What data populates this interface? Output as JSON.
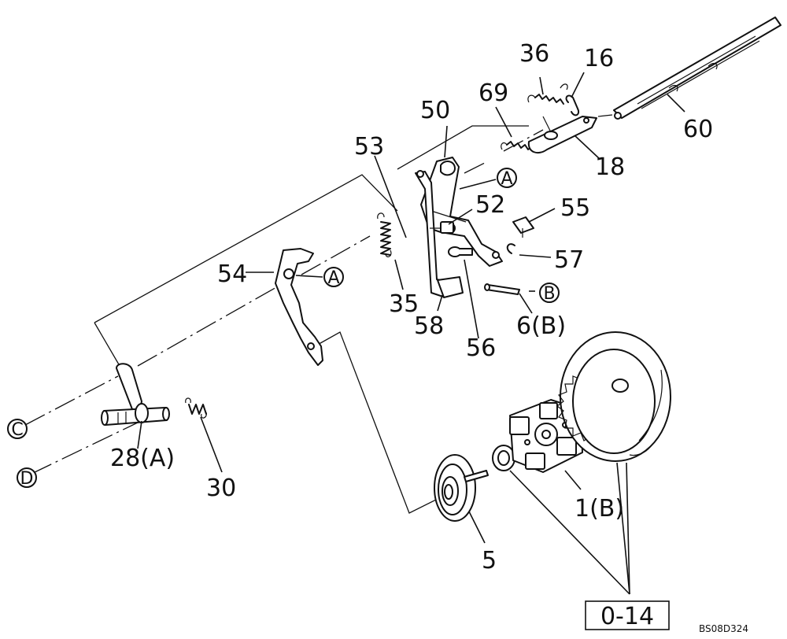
{
  "callouts": {
    "c36": "36",
    "c16": "16",
    "c69": "69",
    "c50": "50",
    "c60": "60",
    "c53": "53",
    "c18": "18",
    "c52": "52",
    "c55": "55",
    "c57": "57",
    "c54": "54",
    "c35": "35",
    "c58": "58",
    "c56": "56",
    "c6b": "6(B)",
    "c28a": "28(A)",
    "c30": "30",
    "c1b": "1(B)",
    "c5": "5"
  },
  "refs": {
    "a1": "A",
    "a2": "A",
    "b": "B",
    "c": "C",
    "d": "D"
  },
  "page_ref": "0-14",
  "drawing_code": "BS08D324"
}
